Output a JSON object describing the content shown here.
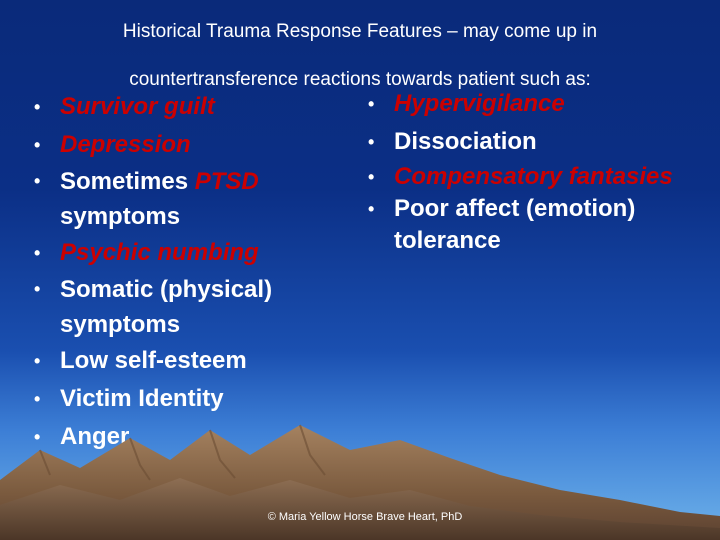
{
  "title": {
    "line1": "Historical Trauma Response Features – may come up in",
    "line2": "countertransference reactions towards patient such as:"
  },
  "bullet_glyph": "•",
  "left_list": [
    {
      "pre": "",
      "highlight": "Survivor guilt",
      "post": ""
    },
    {
      "pre": "",
      "highlight": "Depression",
      "post": ""
    },
    {
      "pre": "Sometimes ",
      "highlight": "PTSD",
      "post": " symptoms"
    },
    {
      "pre": "",
      "highlight": "Psychic numbing",
      "post": ""
    },
    {
      "pre": "Somatic (physical) symptoms",
      "highlight": "",
      "post": ""
    },
    {
      "pre": "Low self-esteem",
      "highlight": "",
      "post": ""
    },
    {
      "pre": "Victim Identity",
      "highlight": "",
      "post": ""
    },
    {
      "pre": "Anger",
      "highlight": "",
      "post": ""
    }
  ],
  "right_list": [
    {
      "pre": "",
      "highlight": "Hypervigilance",
      "post": ""
    },
    {
      "pre": "Dissociation",
      "highlight": "",
      "post": ""
    },
    {
      "pre": "",
      "highlight": "Compensatory fantasies",
      "post": ""
    },
    {
      "pre": "Poor affect (emotion) tolerance",
      "highlight": "",
      "post": ""
    }
  ],
  "credit": "© Maria Yellow Horse Brave Heart, PhD",
  "colors": {
    "background_top": "#0a2a7a",
    "background_bottom": "#6fb3ea",
    "text": "#ffffff",
    "highlight": "#cc0000",
    "mountain": "#8a6a4a"
  }
}
